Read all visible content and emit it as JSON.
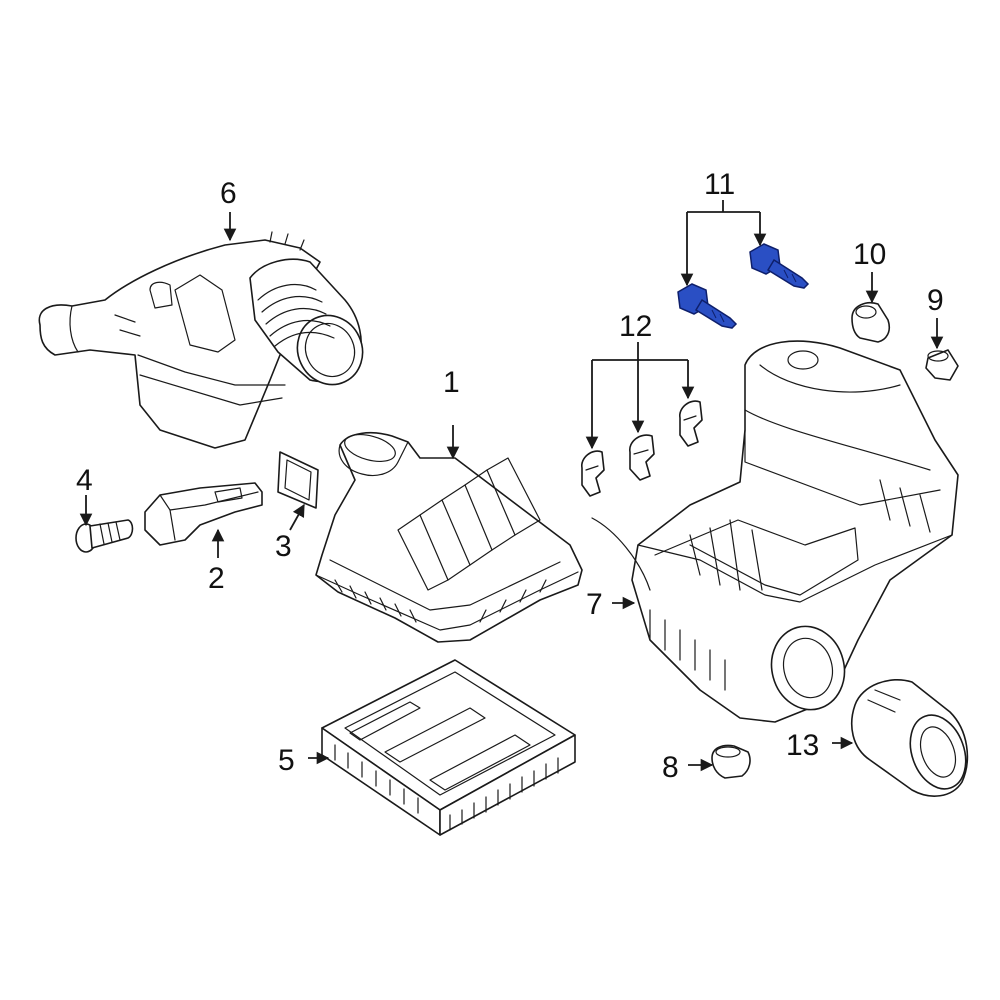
{
  "colors": {
    "line": "#1a1a1a",
    "highlight_fill": "#2a4fc4",
    "highlight_stroke": "#0e1f6b",
    "background": "#ffffff"
  },
  "callouts": {
    "c1": "1",
    "c2": "2",
    "c3": "3",
    "c4": "4",
    "c5": "5",
    "c6": "6",
    "c7": "7",
    "c8": "8",
    "c9": "9",
    "c10": "10",
    "c11": "11",
    "c12": "12",
    "c13": "13"
  }
}
